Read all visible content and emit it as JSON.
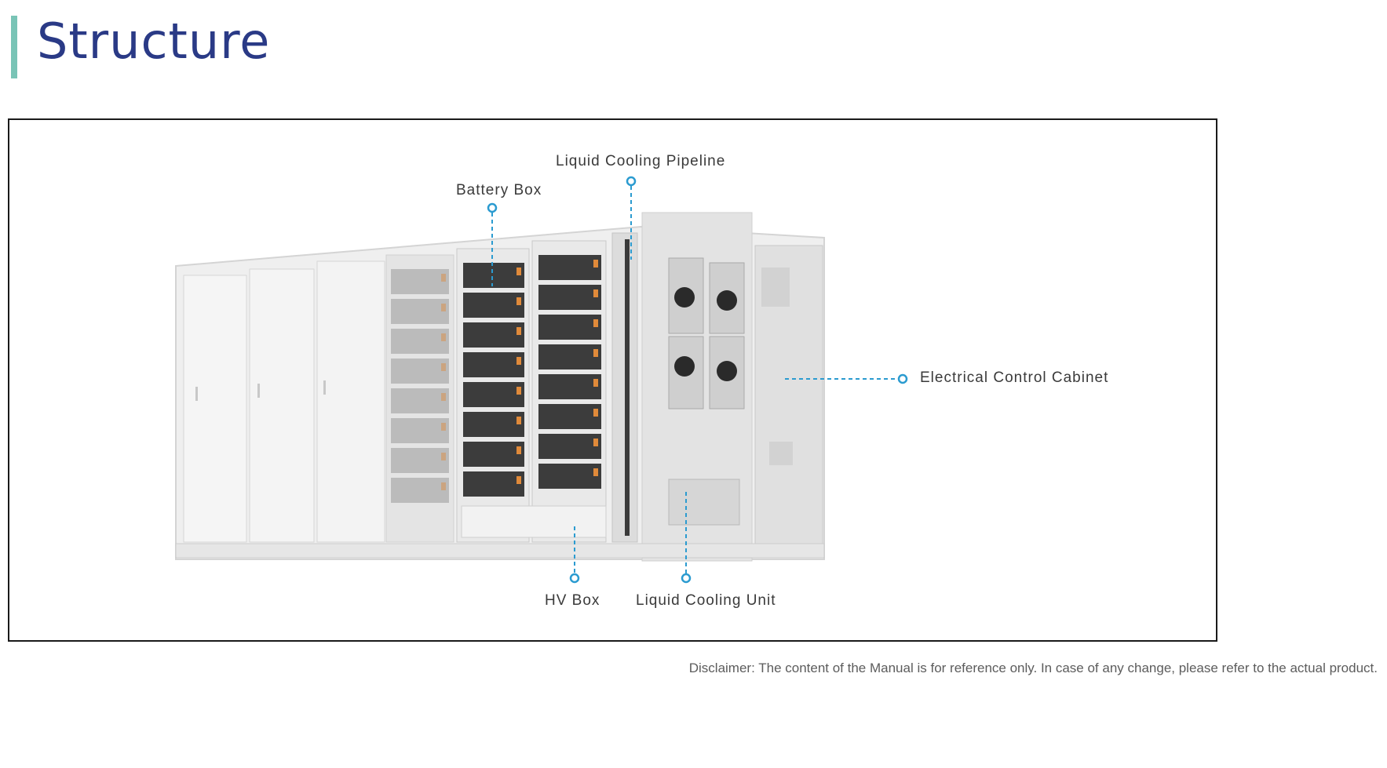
{
  "page": {
    "title": "Structure",
    "disclaimer": "Disclaimer: The content of the Manual is for reference only. In case of any change, please refer to the actual product."
  },
  "diagram": {
    "labels": {
      "liquid_cooling_pipeline": "Liquid Cooling Pipeline",
      "battery_box": "Battery Box",
      "electrical_control_cabinet": "Electrical Control Cabinet",
      "hv_box": "HV Box",
      "liquid_cooling_unit": "Liquid Cooling Unit"
    }
  },
  "colors": {
    "title": "#2a3a86",
    "accent_bar": "#79c4b6",
    "callout": "#2b9bd0",
    "frame_border": "#1a1a1a",
    "container_body": "#ececec",
    "battery_module": "#3c3c3c",
    "module_accent": "#e08a3a"
  }
}
